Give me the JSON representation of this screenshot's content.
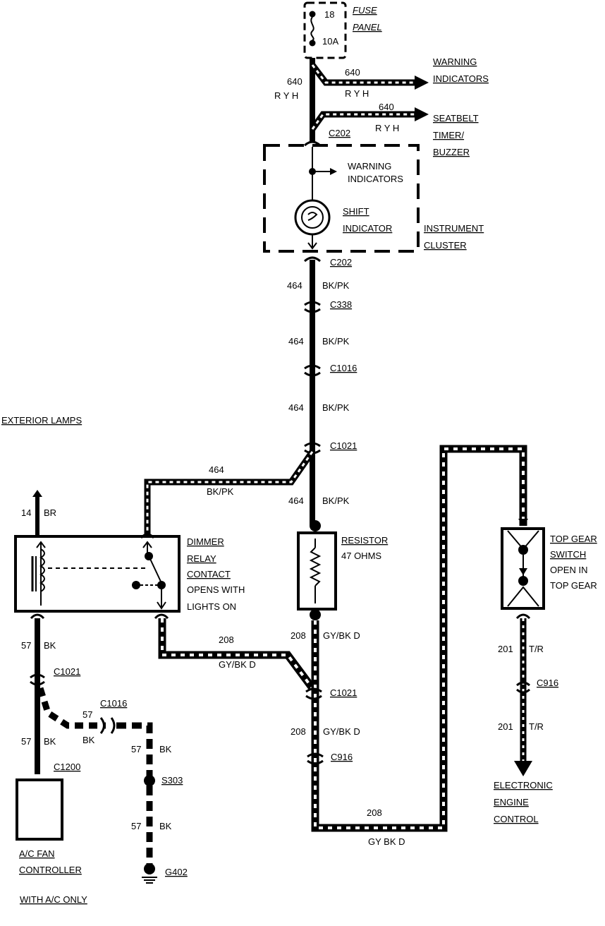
{
  "fuse": {
    "num": "18",
    "rating": "10A",
    "label_1": "FUSE",
    "label_2": "PANEL"
  },
  "wires": {
    "c640": "640",
    "c640_color": "R Y H",
    "c464": "464",
    "c464_color": "BK/PK",
    "c208": "208",
    "c208_color": "GY/BK D",
    "c208_color_bottom": "GY BK D",
    "c57": "57",
    "c57_color": "BK",
    "c14": "14",
    "c14_color": "BR",
    "c201": "201",
    "c201_color": "T/R"
  },
  "connectors": {
    "c202": "C202",
    "c338": "C338",
    "c1016": "C1016",
    "c1021": "C1021",
    "c916": "C916",
    "c1200": "C1200",
    "s303": "S303",
    "g402": "G402"
  },
  "labels": {
    "warning_1": "WARNING",
    "warning_2": "INDICATORS",
    "seatbelt_1": "SEATBELT",
    "seatbelt_2": "TIMER/",
    "seatbelt_3": "BUZZER",
    "inner_warning_1": "WARNING",
    "inner_warning_2": "INDICATORS",
    "shift_1": "SHIFT",
    "shift_2": "INDICATOR",
    "cluster_1": "INSTRUMENT",
    "cluster_2": "CLUSTER",
    "exterior_lamps": "EXTERIOR LAMPS",
    "dimmer_1": "DIMMER",
    "dimmer_2": "RELAY",
    "dimmer_3": "CONTACT",
    "dimmer_4": "OPENS WITH",
    "dimmer_5": "LIGHTS ON",
    "resistor_1": "RESISTOR",
    "resistor_2": "47 OHMS",
    "topgear_1": "TOP GEAR",
    "topgear_2": "SWITCH",
    "topgear_3": "OPEN IN",
    "topgear_4": "TOP GEAR",
    "eec_1": "ELECTRONIC",
    "eec_2": "ENGINE",
    "eec_3": "CONTROL",
    "acfan_1": "A/C FAN",
    "acfan_2": "CONTROLLER",
    "with_ac": "WITH A/C ONLY"
  }
}
